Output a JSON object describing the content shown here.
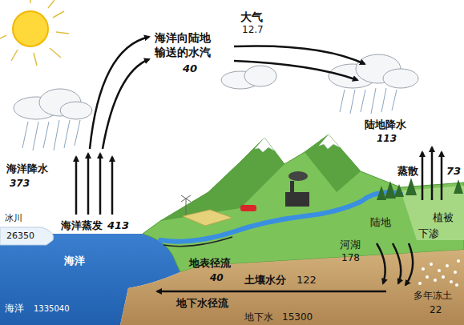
{
  "diagram": {
    "labels": [
      "大气",
      "12.7",
      "海洋向陆地 输送的水汽",
      "40",
      "陆地降水",
      "113",
      "海洋降水",
      "373",
      "蒸散",
      "73",
      "植被",
      "冰川",
      "26350",
      "海洋蒸发",
      "413",
      "海洋",
      "陆地",
      "下渗",
      "河湖",
      "178",
      "地表径流",
      "40",
      "土壤水分",
      "122",
      "地下水径流",
      "多年冻土",
      "22",
      "海洋",
      "1335040",
      "地下水",
      "15300"
    ]
  }
}
